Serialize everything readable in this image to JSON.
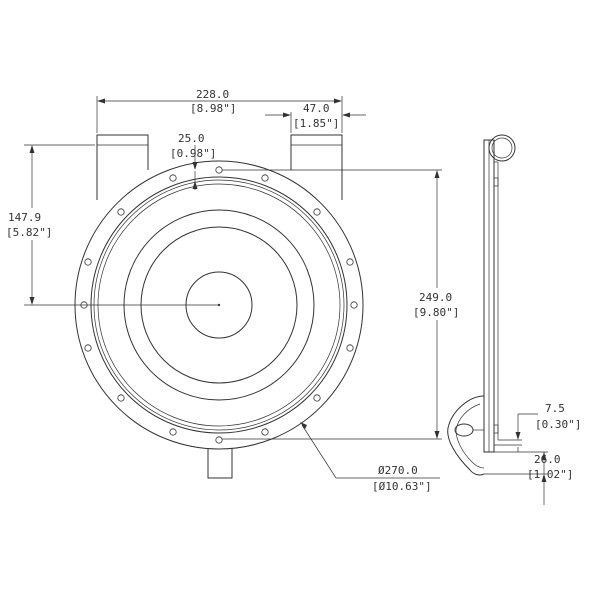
{
  "drawing": {
    "line_color": "#333333",
    "background": "#ffffff",
    "dimensions": {
      "overall_width": {
        "mm": "228.0",
        "inch": "[8.98\"]"
      },
      "mount_width": {
        "mm": "47.0",
        "inch": "[1.85\"]"
      },
      "flange_offset": {
        "mm": "25.0",
        "inch": "[0.98\"]"
      },
      "center_height": {
        "mm": "147.9",
        "inch": "[5.82\"]"
      },
      "overall_height": {
        "mm": "249.0",
        "inch": "[9.80\"]"
      },
      "diameter": {
        "mm": "Ø270.0",
        "inch": "[Ø10.63\"]"
      },
      "flange_thickness": {
        "mm": "7.5",
        "inch": "[0.30\"]"
      },
      "depth": {
        "mm": "26.0",
        "inch": "[1.02\"]"
      }
    }
  }
}
